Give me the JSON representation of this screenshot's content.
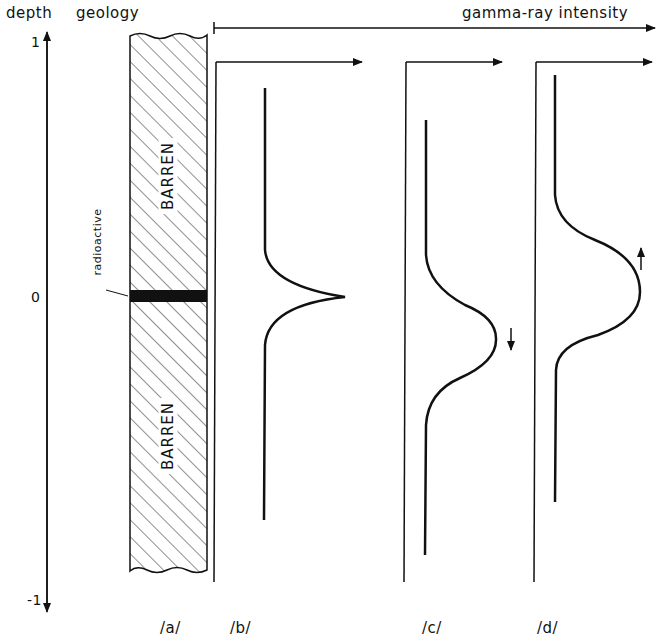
{
  "diagram": {
    "nodes": [
      {
        "text": [
          "BARREN",
          "BARREN"
        ]
      }
    ],
    "labels": [
      "depth",
      "geology",
      "gamma-ray intensity",
      "1",
      "0",
      "-1",
      "radioactive",
      "/a/",
      "/b/",
      "/c/",
      "/d/"
    ]
  }
}
